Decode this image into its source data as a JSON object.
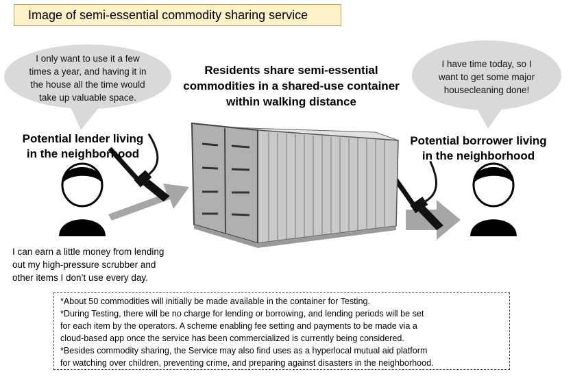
{
  "title": "Image of semi-essential commodity sharing service",
  "lender": {
    "bubble": [
      "I only want to use it a few",
      "times a year, and having it in",
      "the house all the time would",
      "take up valuable space."
    ],
    "heading": [
      "Potential lender living",
      "in the neighborhood"
    ],
    "note": [
      "I can earn a little money from lending",
      "out my high-pressure scrubber and",
      "other items I don’t use every day."
    ]
  },
  "borrower": {
    "bubble": [
      "I have time today, so I",
      "want to get some major",
      "housecleaning done!"
    ],
    "heading": [
      "Potential borrower living",
      "in the neighborhood"
    ]
  },
  "center": {
    "heading": [
      "Residents share semi-essential",
      "commodities in a shared-use container",
      "within walking distance"
    ]
  },
  "notes": [
    "*About 50 commodities will initially be made available in the container for Testing.",
    "*During Testing, there will be no charge for lending or borrowing, and lending periods will be set",
    "for each item by the operators. A scheme enabling fee setting and payments to be made via a",
    "cloud-based app once the service has been commercialized is currently being considered.",
    "*Besides commodity sharing, the Service may also find uses as a hyperlocal mutual aid platform",
    "for watching over children, preventing crime, and preparing against disasters in the neighborhood."
  ],
  "colors": {
    "title_fill": "#fdf1c9",
    "bubble_fill": "#d9d9d9",
    "arrow_fill": "#a6a6a6",
    "container_fill": "#bcbcbc"
  },
  "icons": [
    "person-icon",
    "pressure-washer-icon",
    "arrow-icon",
    "shipping-container-icon"
  ]
}
